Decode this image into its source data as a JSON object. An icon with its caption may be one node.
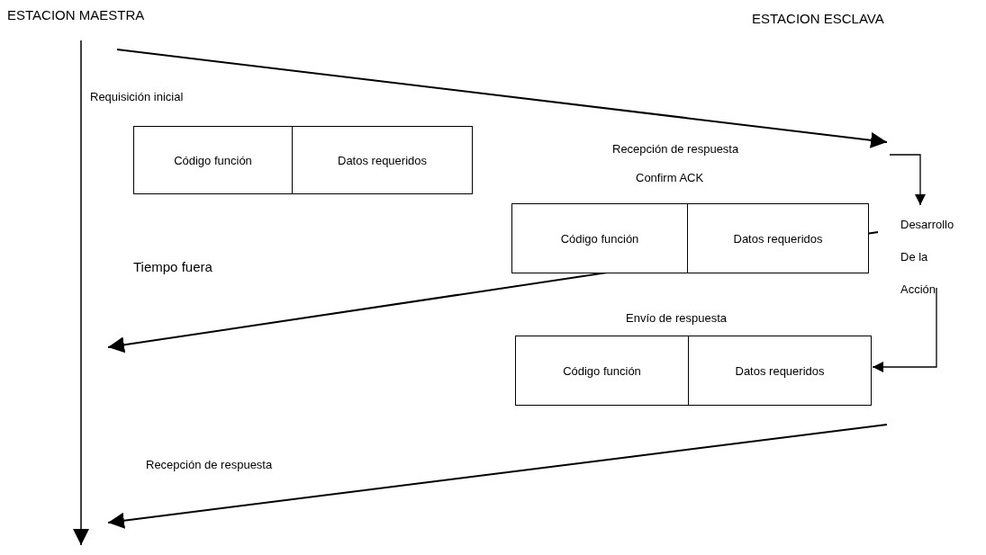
{
  "diagram": {
    "nodes": [
      {
        "text": [
          "Código función",
          "Datos requeridos"
        ]
      },
      {
        "text": [
          "Código función",
          "Datos requeridos"
        ]
      },
      {
        "text": [
          "Código función",
          "Datos requeridos"
        ]
      },
      {
        "text": [
          "Desarrollo De la Acción"
        ]
      }
    ],
    "edges": [
      {
        "from": null,
        "to": 3,
        "arrow": "to"
      },
      {
        "from": 3,
        "to": 2,
        "arrow": "to"
      }
    ],
    "labels": [
      "ESTACION MAESTRA",
      "ESTACION ESCLAVA",
      "Requisición inicial",
      "Recepción de respuesta",
      "Confirm ACK",
      "Tiempo fuera",
      "Envío de respuesta",
      "Recepción de respuesta"
    ]
  }
}
